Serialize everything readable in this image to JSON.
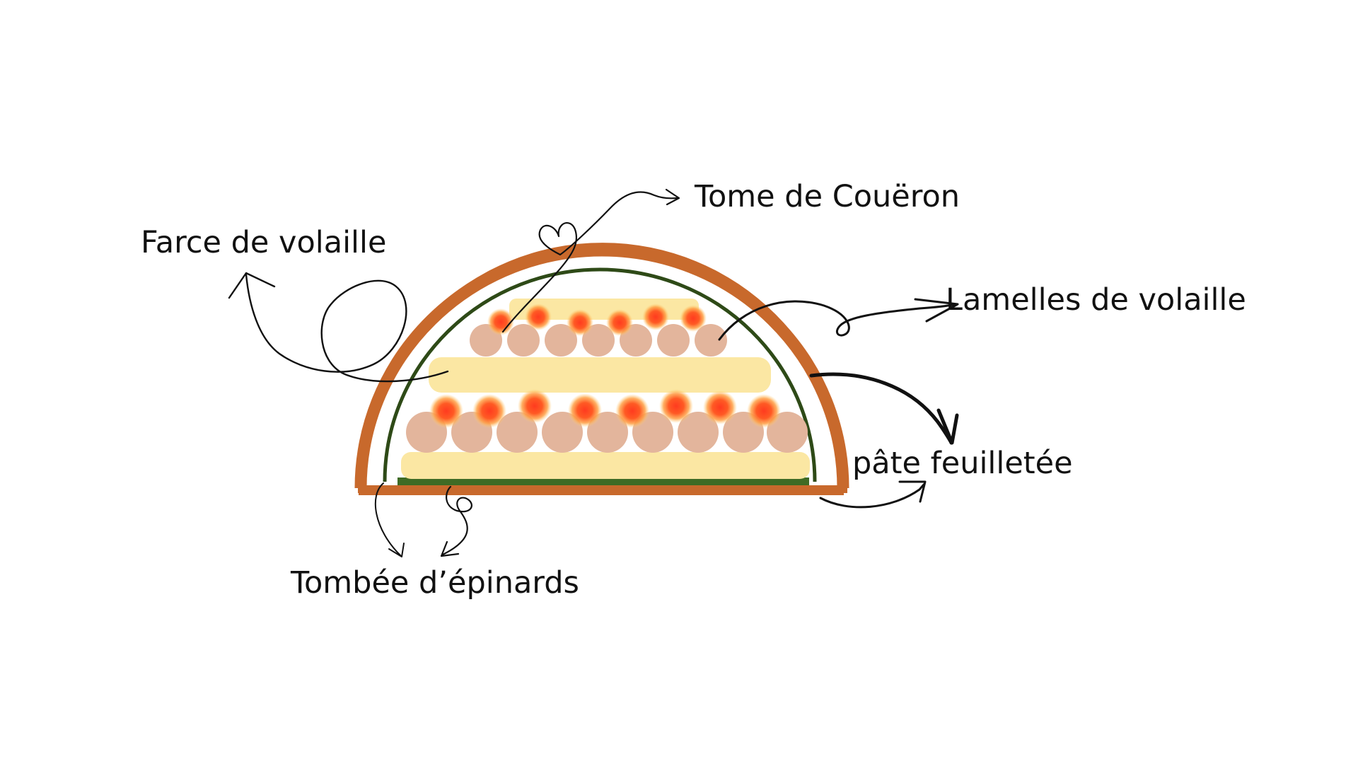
{
  "diagram": {
    "labels": {
      "tome": "Tome de Couëron",
      "farce": "Farce de volaille",
      "lamelles": "Lamelles de volaille",
      "pate": "pâte feuilletée",
      "epinards": "Tombée d’épinards"
    },
    "colors": {
      "crust": "#C8692C",
      "inner_line": "#2E4A17",
      "farce": "#FBE7A3",
      "chicken": "#E3B59C",
      "cheese_center": "#FF3B1F",
      "cheese_edge": "#FFA046",
      "spinach": "#3F6B25",
      "ink": "#111111"
    }
  }
}
